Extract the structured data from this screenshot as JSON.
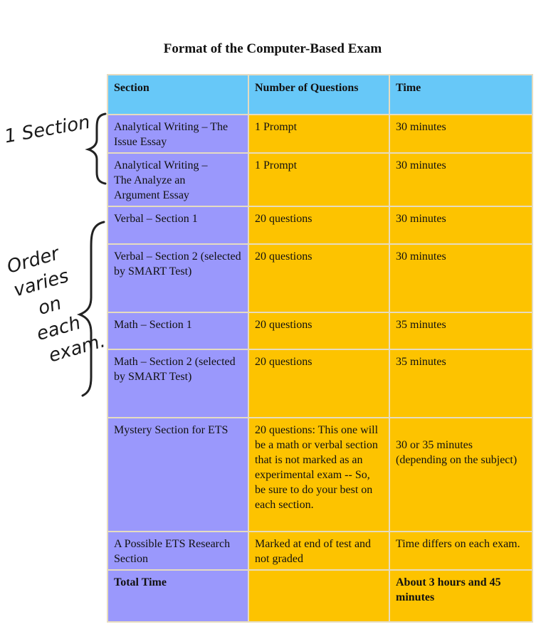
{
  "title": "Format of the Computer-Based Exam",
  "annotations": {
    "one_section": "1 Section",
    "order_varies": [
      "Order",
      "varies",
      "on",
      "each",
      "exam."
    ]
  },
  "headers": [
    "Section",
    "Number of Questions",
    "Time"
  ],
  "rows": [
    {
      "section": "Analytical Writing – The Issue Essay",
      "questions": "1 Prompt",
      "time": "30 minutes"
    },
    {
      "section": "Analytical Writing – The Analyze an Argument Essay",
      "questions": "1 Prompt",
      "time": "30 minutes"
    },
    {
      "section": "Verbal – Section 1",
      "questions": "20 questions",
      "time": "30 minutes"
    },
    {
      "section": "Verbal – Section 2 (selected by SMART Test)",
      "questions": "20 questions",
      "time": "30 minutes"
    },
    {
      "section": "Math – Section 1",
      "questions": "20 questions",
      "time": "35 minutes"
    },
    {
      "section": "Math – Section 2 (selected by SMART Test)",
      "questions": "20 questions",
      "time": "35 minutes"
    },
    {
      "section": "Mystery Section for ETS",
      "questions": "20 questions: This one will be a math or verbal section that is not marked as an experimental exam -- So, be sure to do your best on each section.",
      "time": "30 or 35 minutes (depending on the subject)"
    },
    {
      "section": "A Possible ETS Research Section",
      "questions": "Marked at end of test and not graded",
      "time": "Time differs on each exam."
    },
    {
      "section": "Total Time",
      "questions": "",
      "time": "About 3 hours and 45 minutes"
    }
  ],
  "colors": {
    "header_bg": "#67c8f8",
    "section_bg": "#9a98fc",
    "value_bg": "#fdc300",
    "border": "#e6dcc0"
  }
}
